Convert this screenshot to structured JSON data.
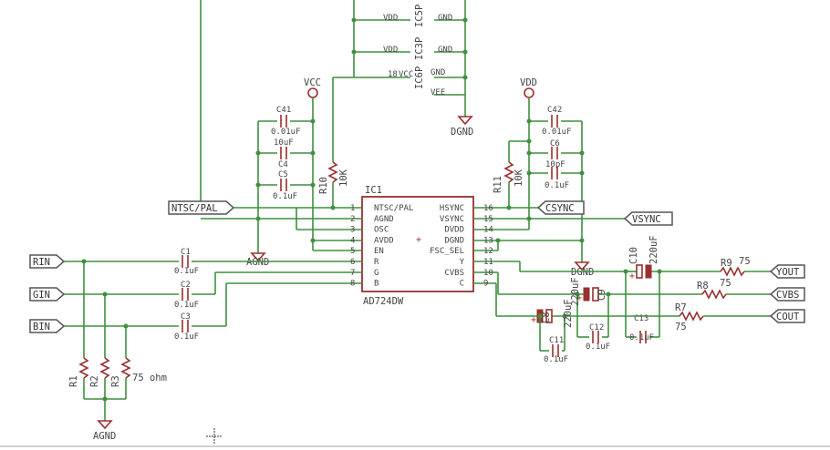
{
  "ic": {
    "ref": "IC1",
    "part": "AD724DW",
    "pins_left": [
      {
        "num": "1",
        "name": "NTSC/PAL"
      },
      {
        "num": "2",
        "name": "AGND"
      },
      {
        "num": "3",
        "name": "OSC"
      },
      {
        "num": "4",
        "name": "AVDD"
      },
      {
        "num": "5",
        "name": "EN"
      },
      {
        "num": "6",
        "name": "R"
      },
      {
        "num": "7",
        "name": "G"
      },
      {
        "num": "8",
        "name": "B"
      }
    ],
    "pins_right": [
      {
        "num": "16",
        "name": "HSYNC"
      },
      {
        "num": "15",
        "name": "VSYNC"
      },
      {
        "num": "14",
        "name": "DVDD"
      },
      {
        "num": "13",
        "name": "DGND"
      },
      {
        "num": "12",
        "name": "FSC_SEL"
      },
      {
        "num": "11",
        "name": "Y"
      },
      {
        "num": "10",
        "name": "CVBS"
      },
      {
        "num": "9",
        "name": "C"
      }
    ]
  },
  "connector": {
    "ref": "IC5P",
    "ref2": "IC3P",
    "ref3": "IC6P",
    "vdd1": "VDD",
    "vdd2": "VDD",
    "vcc": "VCC",
    "num18": "18",
    "gnd1": "GND",
    "gnd2": "GND",
    "gnd3": "GND",
    "vee": "VEE",
    "dgnd": "DGND"
  },
  "signals": {
    "ntsc_pal": "NTSC/PAL",
    "csync": "CSYNC",
    "vsync": "VSYNC",
    "rin": "RIN",
    "gin": "GIN",
    "bin": "BIN",
    "yout": "YOUT",
    "cvbs": "CVBS",
    "cout": "COUT"
  },
  "supplies": {
    "vcc": "VCC",
    "vdd": "VDD",
    "agnd1": "AGND",
    "agnd2": "AGND",
    "dgnd": "DGND"
  },
  "parts": {
    "c41": {
      "ref": "C41",
      "value": "0.01uF"
    },
    "c4": {
      "ref": "C4",
      "value": "10uF"
    },
    "c5": {
      "ref": "C5",
      "value": "0.1uF"
    },
    "r10": {
      "ref": "R10",
      "value": "10K"
    },
    "c42": {
      "ref": "C42",
      "value": "0.01uF"
    },
    "c6": {
      "ref": "C6",
      "value": "10pF"
    },
    "c7b": {
      "ref": "",
      "value": "0.1uF"
    },
    "r11": {
      "ref": "R11",
      "value": "10K"
    },
    "c1": {
      "ref": "C1",
      "value": "0.1uF"
    },
    "c2": {
      "ref": "C2",
      "value": "0.1uF"
    },
    "c3": {
      "ref": "C3",
      "value": "0.1uF"
    },
    "r1": {
      "ref": "R1"
    },
    "r2": {
      "ref": "R2"
    },
    "r3": {
      "ref": "R3"
    },
    "r123_value": "75 ohm",
    "c8": {
      "ref": "C8",
      "value": "220uF"
    },
    "c9": {
      "ref": "C9",
      "value": "220uF"
    },
    "c10": {
      "ref": "C10",
      "value": "220uF"
    },
    "c11": {
      "ref": "C11",
      "value": "0.1uF"
    },
    "c12": {
      "ref": "C12",
      "value": "0.1uF"
    },
    "c13": {
      "ref": "C13",
      "value": "0.1uF"
    },
    "r7": {
      "ref": "R7",
      "value": "75"
    },
    "r8": {
      "ref": "R8",
      "value": "75"
    },
    "r9": {
      "ref": "R9",
      "value": "75"
    }
  }
}
